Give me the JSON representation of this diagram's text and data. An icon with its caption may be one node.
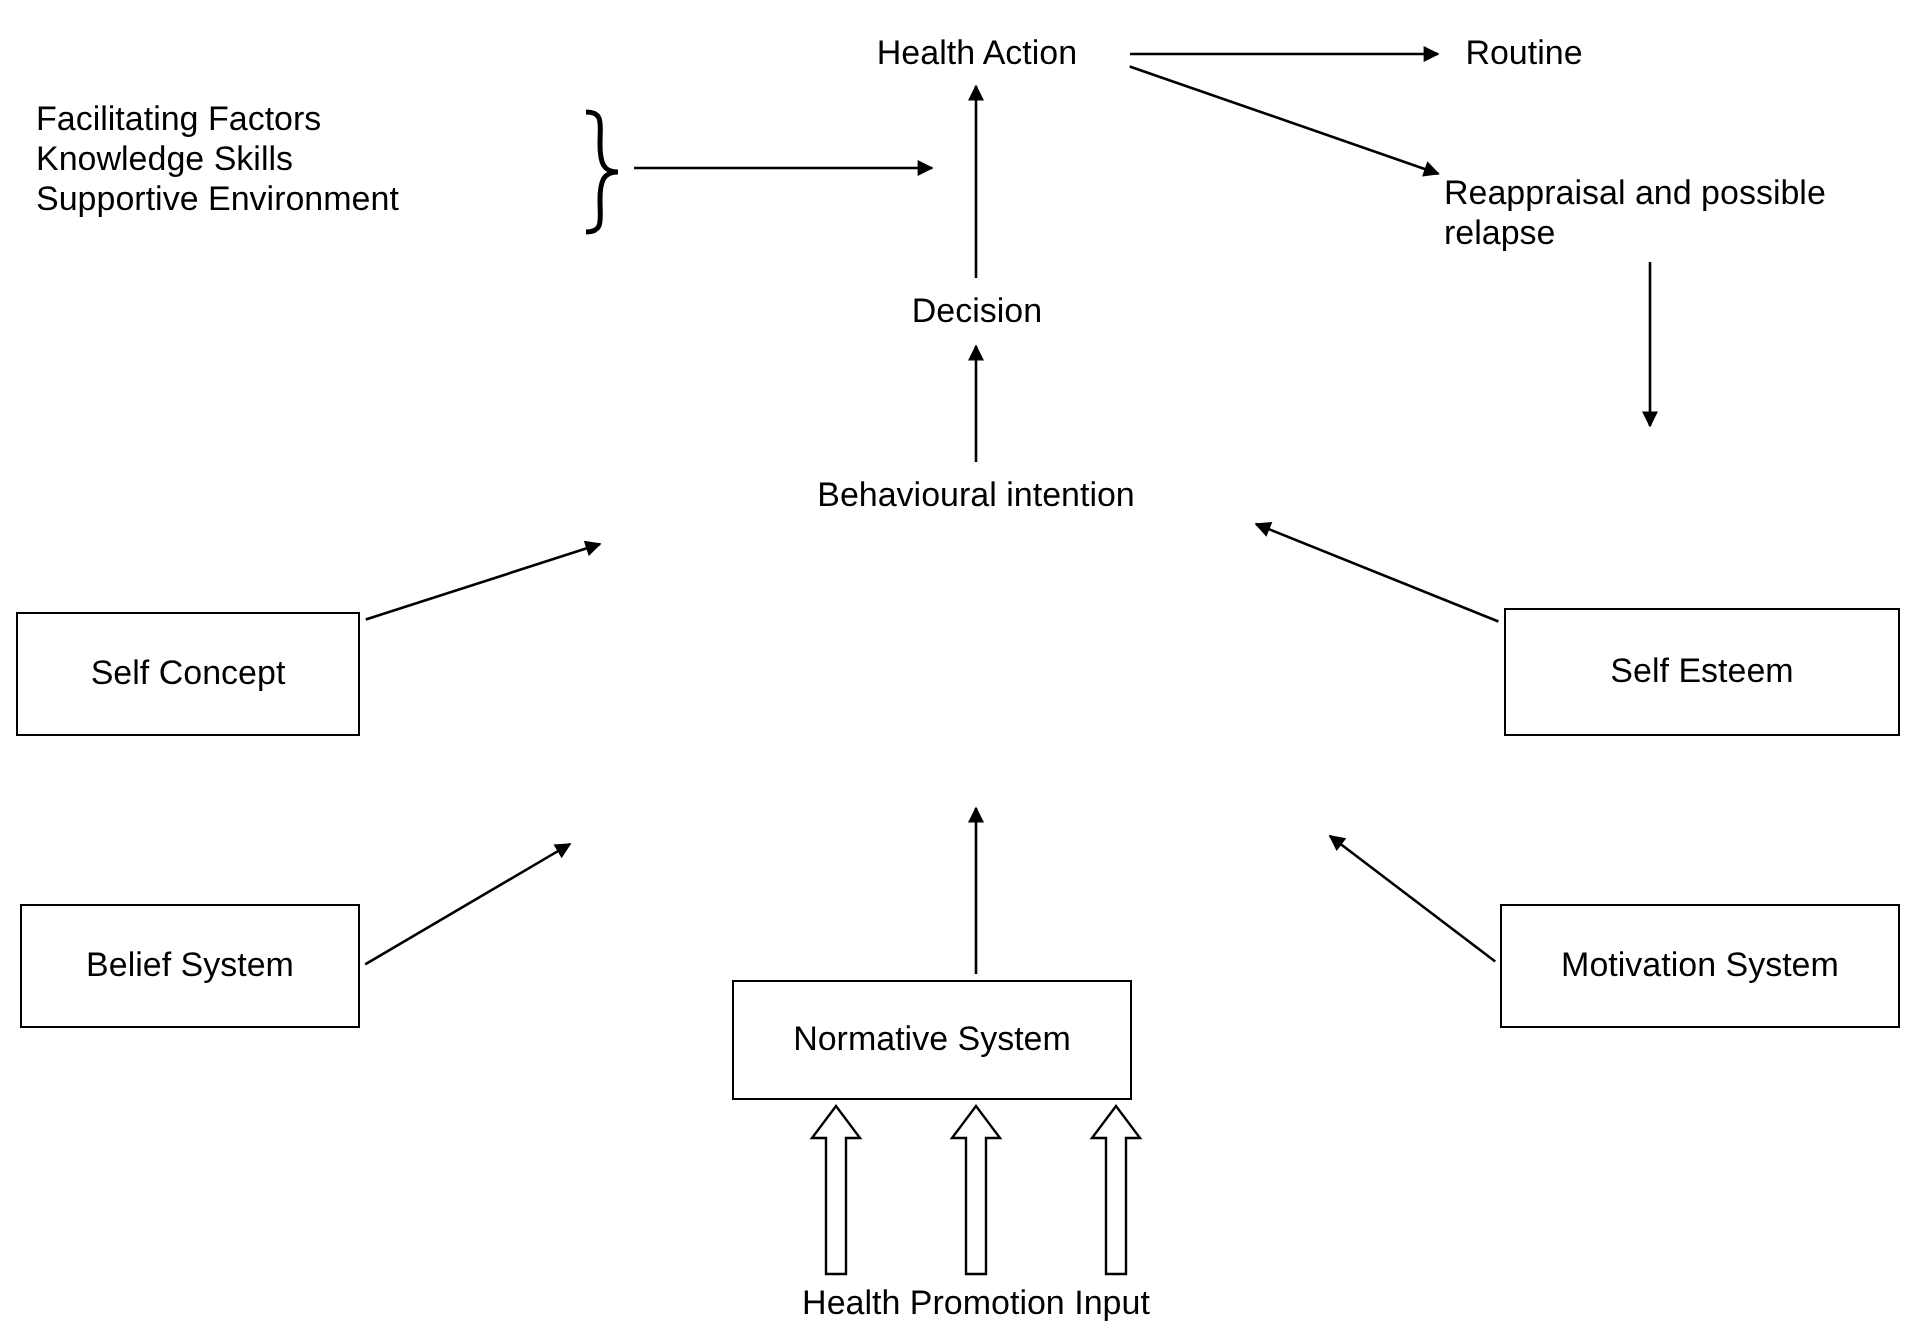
{
  "diagram": {
    "nodes": [
      {
        "text": [
          "Health Action"
        ]
      },
      {
        "text": [
          "Routine"
        ]
      },
      {
        "text": [
          "Reappraisal and possible relapse"
        ]
      },
      {
        "text": [
          "Facilitating Factors",
          "Knowledge Skills",
          "Supportive Environment"
        ]
      },
      {
        "text": [
          "Decision"
        ]
      },
      {
        "text": [
          "Behavioural intention"
        ]
      },
      {
        "text": [
          "Self Concept"
        ]
      },
      {
        "text": [
          "Self Esteem"
        ]
      },
      {
        "text": [
          "Belief System"
        ]
      },
      {
        "text": [
          "Motivation System"
        ]
      },
      {
        "text": [
          "Normative System"
        ]
      },
      {
        "text": [
          "Health Promotion Input"
        ]
      }
    ],
    "edges": [
      {
        "from": 0,
        "to": 1,
        "arrow": "to"
      },
      {
        "from": 0,
        "to": 2,
        "arrow": "to"
      },
      {
        "from": 2,
        "to": null,
        "arrow": "to"
      },
      {
        "from": 3,
        "to": null,
        "arrow": "to"
      },
      {
        "from": 4,
        "to": 0,
        "arrow": "to"
      },
      {
        "from": 5,
        "to": 4,
        "arrow": "to"
      },
      {
        "from": 6,
        "to": null,
        "arrow": "to"
      },
      {
        "from": 7,
        "to": null,
        "arrow": "to"
      },
      {
        "from": 8,
        "to": null,
        "arrow": "to"
      },
      {
        "from": 10,
        "to": null,
        "arrow": "to"
      },
      {
        "from": 9,
        "to": null,
        "arrow": "to"
      },
      {
        "from": 11,
        "to": 10,
        "arrow": "to",
        "style": "thick"
      },
      {
        "from": 11,
        "to": 10,
        "arrow": "to",
        "style": "thick"
      },
      {
        "from": 11,
        "to": 10,
        "arrow": "to",
        "style": "thick"
      }
    ]
  }
}
